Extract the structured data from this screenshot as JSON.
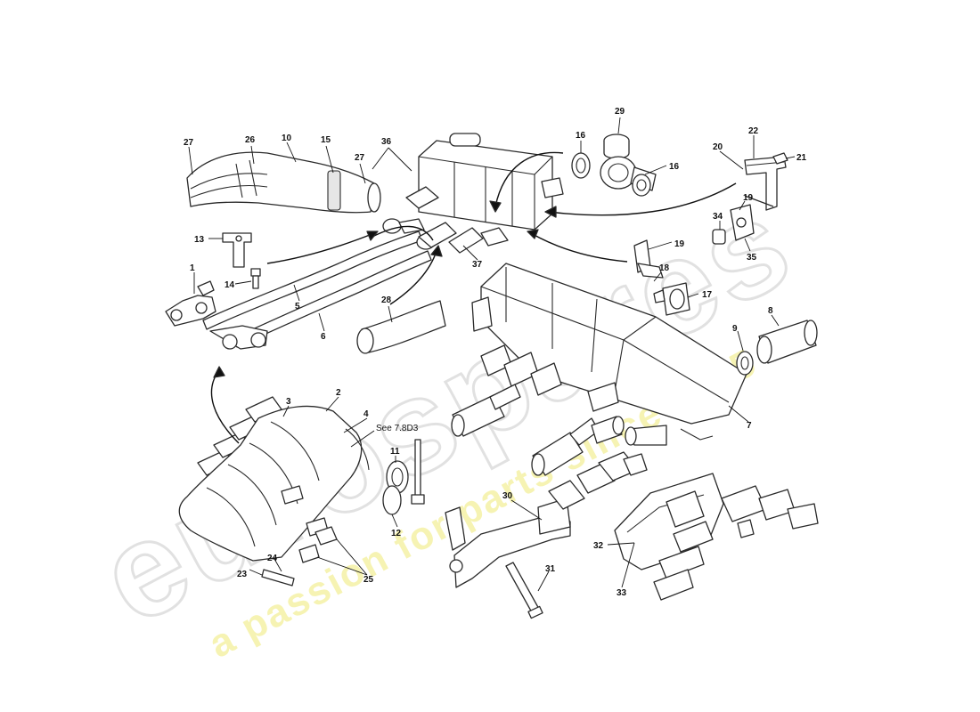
{
  "callouts": [
    {
      "id": "1",
      "label": "1"
    },
    {
      "id": "2",
      "label": "2"
    },
    {
      "id": "3",
      "label": "3"
    },
    {
      "id": "4",
      "label": "4"
    },
    {
      "id": "5",
      "label": "5"
    },
    {
      "id": "6",
      "label": "6"
    },
    {
      "id": "7",
      "label": "7"
    },
    {
      "id": "8",
      "label": "8"
    },
    {
      "id": "9",
      "label": "9"
    },
    {
      "id": "10",
      "label": "10"
    },
    {
      "id": "11",
      "label": "11"
    },
    {
      "id": "12",
      "label": "12"
    },
    {
      "id": "13",
      "label": "13"
    },
    {
      "id": "14",
      "label": "14"
    },
    {
      "id": "15",
      "label": "15"
    },
    {
      "id": "16a",
      "label": "16"
    },
    {
      "id": "16b",
      "label": "16"
    },
    {
      "id": "17",
      "label": "17"
    },
    {
      "id": "18",
      "label": "18"
    },
    {
      "id": "19a",
      "label": "19"
    },
    {
      "id": "19b",
      "label": "19"
    },
    {
      "id": "20",
      "label": "20"
    },
    {
      "id": "21",
      "label": "21"
    },
    {
      "id": "22",
      "label": "22"
    },
    {
      "id": "23",
      "label": "23"
    },
    {
      "id": "24",
      "label": "24"
    },
    {
      "id": "25",
      "label": "25"
    },
    {
      "id": "26",
      "label": "26"
    },
    {
      "id": "27a",
      "label": "27"
    },
    {
      "id": "27b",
      "label": "27"
    },
    {
      "id": "28",
      "label": "28"
    },
    {
      "id": "29",
      "label": "29"
    },
    {
      "id": "30",
      "label": "30"
    },
    {
      "id": "31",
      "label": "31"
    },
    {
      "id": "32",
      "label": "32"
    },
    {
      "id": "33",
      "label": "33"
    },
    {
      "id": "34",
      "label": "34"
    },
    {
      "id": "35",
      "label": "35"
    },
    {
      "id": "36",
      "label": "36"
    },
    {
      "id": "37",
      "label": "37"
    }
  ],
  "note": "See 7.8D3",
  "watermark": {
    "brand": "eurospares",
    "tagline": "a passion for parts since 1985"
  },
  "colors": {
    "line": "#2a2a2a",
    "watermark_outline": "#dcdcdc",
    "watermark_tagline": "#f3f09a"
  }
}
